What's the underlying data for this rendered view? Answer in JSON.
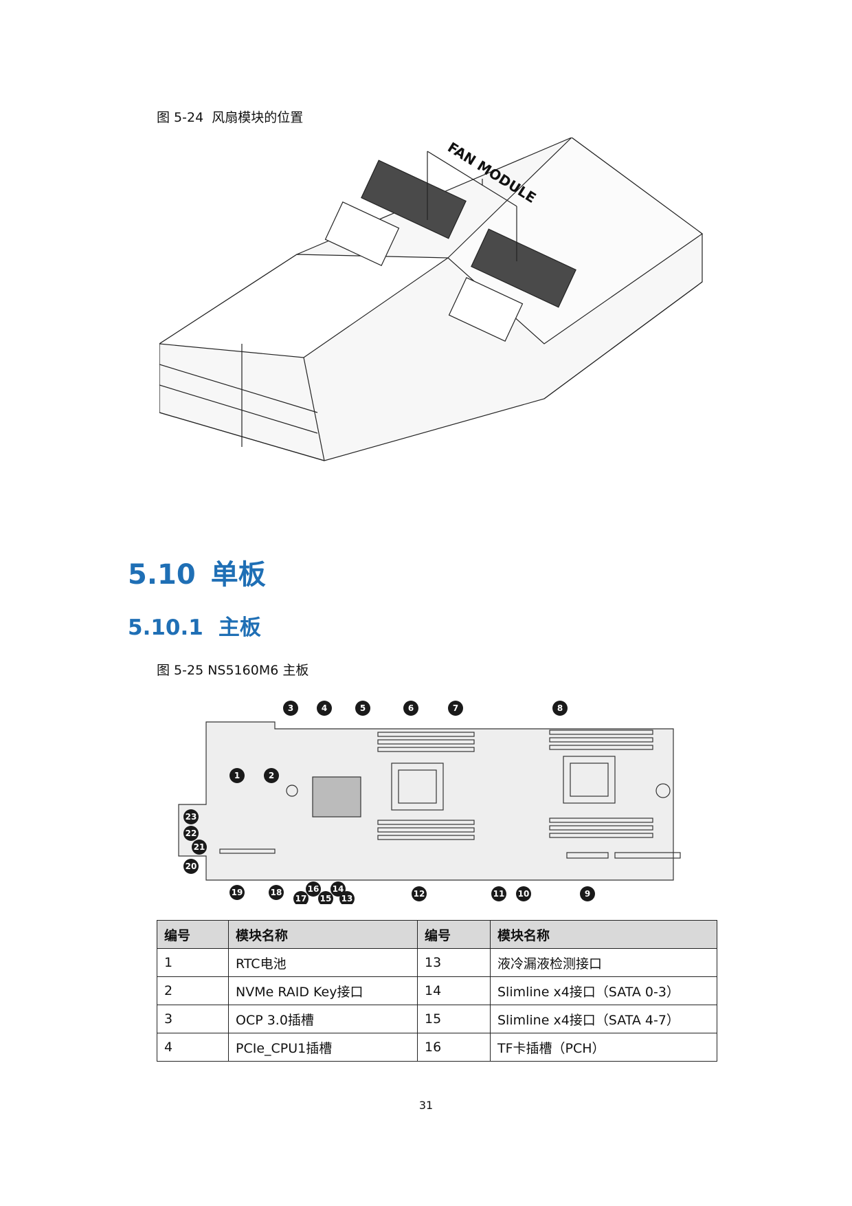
{
  "figure1": {
    "caption": "图 5-24  风扇模块的位置",
    "label": "FAN MODULE"
  },
  "section": {
    "number": "5.10",
    "title": "单板"
  },
  "subsection": {
    "number": "5.10.1",
    "title": "主板"
  },
  "figure2": {
    "caption": "图 5-25 NS5160M6 主板",
    "callouts": [
      "1",
      "2",
      "3",
      "4",
      "5",
      "6",
      "7",
      "8",
      "9",
      "10",
      "11",
      "12",
      "13",
      "14",
      "15",
      "16",
      "17",
      "18",
      "19",
      "20",
      "21",
      "22",
      "23"
    ]
  },
  "table": {
    "headers": [
      "编号",
      "模块名称",
      "编号",
      "模块名称"
    ],
    "rows": [
      [
        "1",
        "RTC电池",
        "13",
        "液冷漏液检测接口"
      ],
      [
        "2",
        "NVMe RAID Key接口",
        "14",
        "Slimline x4接口（SATA 0-3）"
      ],
      [
        "3",
        "OCP 3.0插槽",
        "15",
        "Slimline x4接口（SATA 4-7）"
      ],
      [
        "4",
        "PCIe_CPU1插槽",
        "16",
        "TF卡插槽（PCH）"
      ]
    ]
  },
  "page_number": "31"
}
